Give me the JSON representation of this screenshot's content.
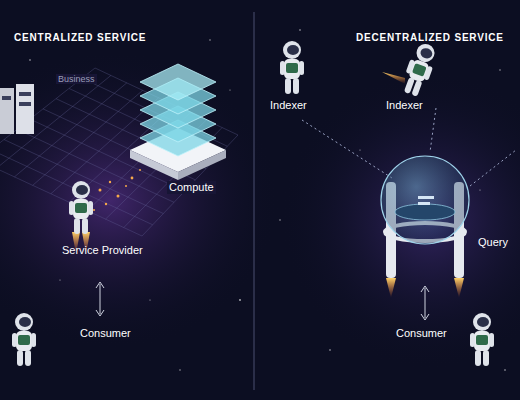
{
  "diagram": {
    "labels": [
      "CENTRALIZED SERVICE",
      "Business",
      "Compute",
      "Service Provider",
      "Consumer",
      "DECENTRALIZED SERVICE",
      "Indexer",
      "Indexer",
      "Query",
      "Consumer"
    ]
  }
}
